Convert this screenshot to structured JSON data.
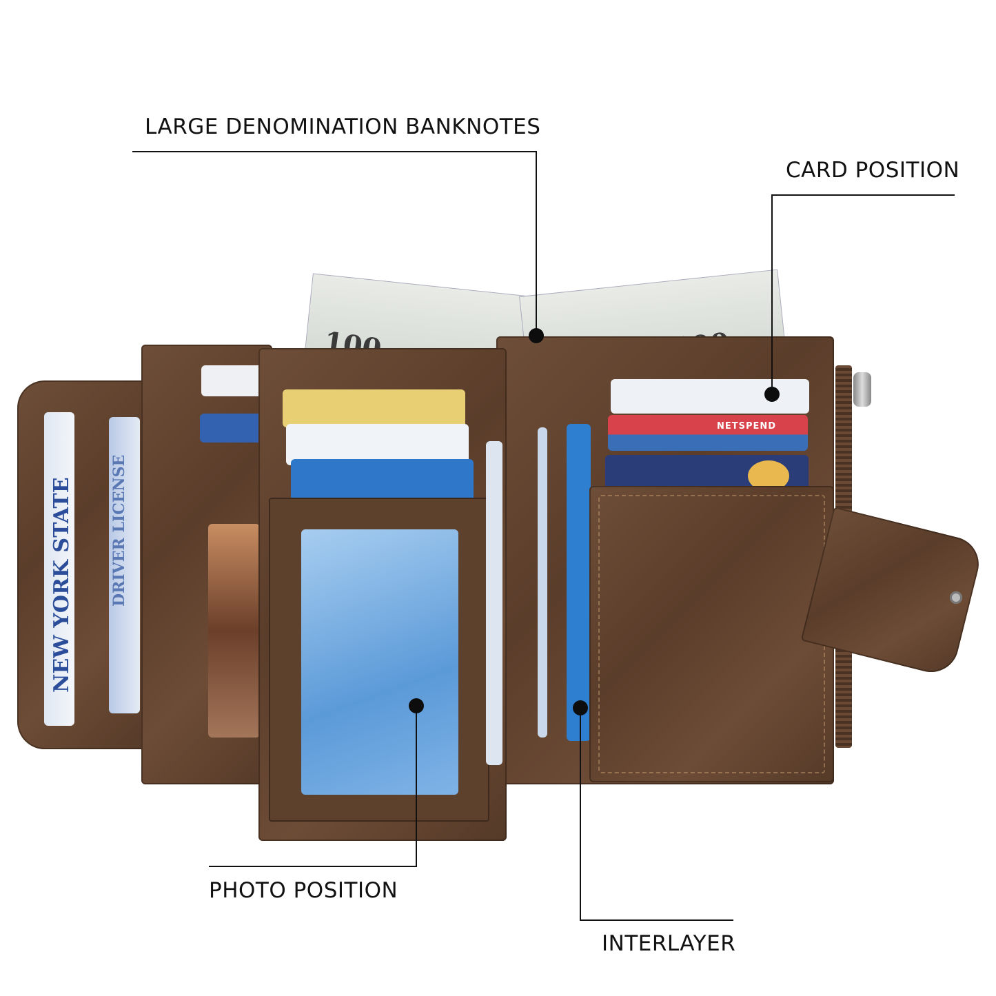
{
  "callouts": {
    "banknotes": "LARGE DENOMINATION BANKNOTES",
    "card_position": "CARD POSITION",
    "photo_position": "PHOTO POSITION",
    "interlayer": "INTERLAYER"
  },
  "product_lettering": {
    "license_state": "NEW YORK STATE",
    "license_type": "DRIVER LICENSE",
    "bill_value": "100",
    "card_brand": "NETSPEND"
  },
  "colors": {
    "leather": "#5e412d",
    "line": "#111111",
    "card_blue": "#3a78c8",
    "card_red": "#d8434b"
  }
}
